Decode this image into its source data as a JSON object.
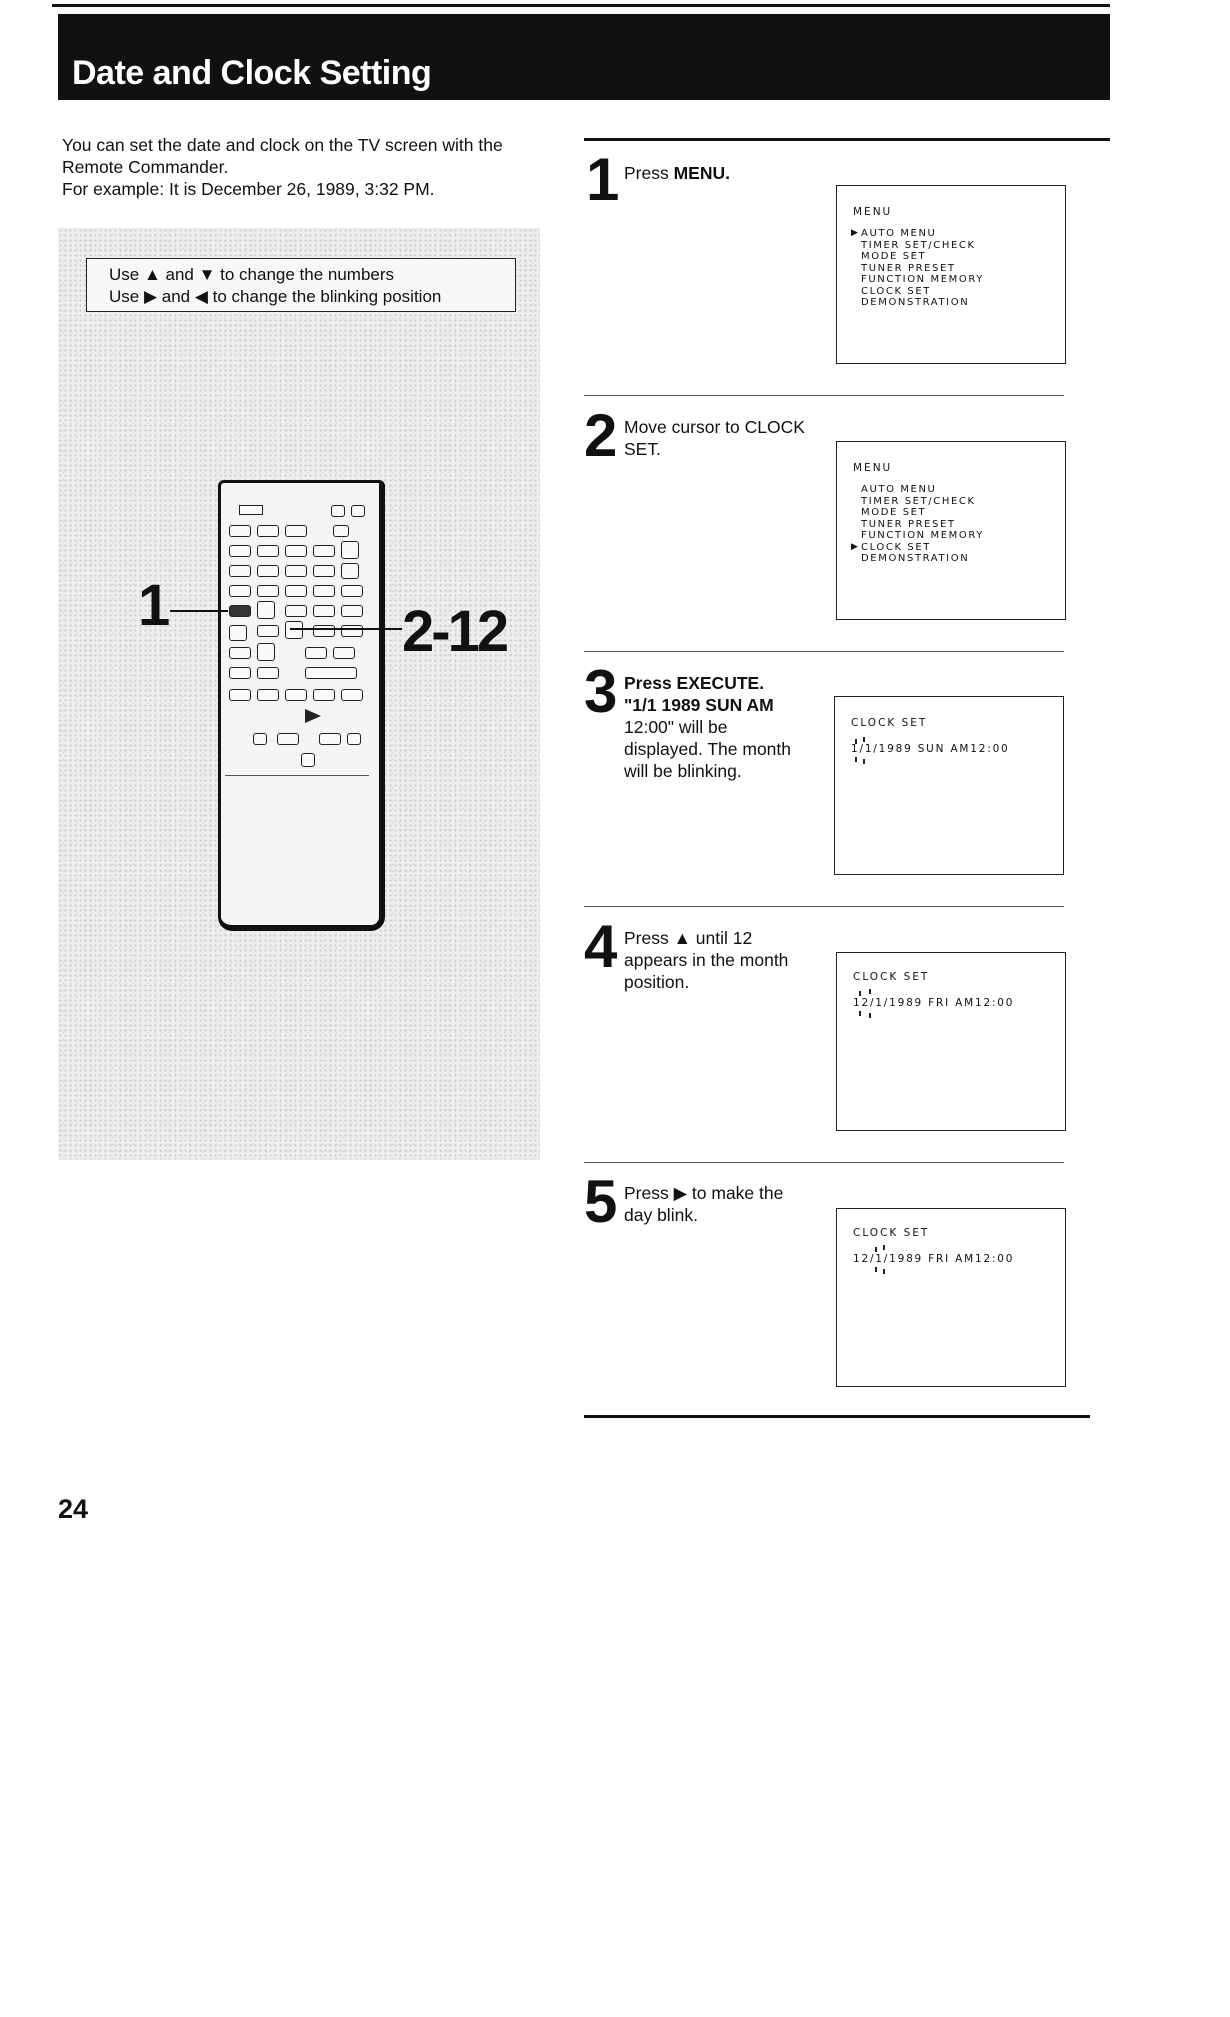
{
  "header": {
    "title": "Date and Clock Setting"
  },
  "intro": {
    "lines": [
      "You can set the date and clock on the TV screen with the",
      "Remote Commander.",
      "For example: It is December 26, 1989, 3:32 PM."
    ]
  },
  "instructions": {
    "line1": "Use ▲ and ▼ to change the numbers",
    "line2": "Use ▶ and ◀ to change the blinking position"
  },
  "callouts": {
    "left": "1",
    "right": "2-12"
  },
  "steps": [
    {
      "number": "1",
      "text_parts": [
        "Press ",
        "MENU."
      ],
      "screen": {
        "title": "MENU",
        "items": [
          "AUTO MENU",
          "TIMER SET/CHECK",
          "MODE SET",
          "TUNER PRESET",
          "FUNCTION MEMORY",
          "CLOCK SET",
          "DEMONSTRATION"
        ],
        "cursor_index": 0
      }
    },
    {
      "number": "2",
      "text_lines": [
        "Move cursor to CLOCK",
        "SET."
      ],
      "screen": {
        "title": "MENU",
        "items": [
          "AUTO MENU",
          "TIMER SET/CHECK",
          "MODE SET",
          "TUNER PRESET",
          "FUNCTION MEMORY",
          "CLOCK SET",
          "DEMONSTRATION"
        ],
        "cursor_index": 5
      }
    },
    {
      "number": "3",
      "text_lines": [
        "Press EXECUTE.",
        "\"1/1 1989 SUN AM",
        "12:00\" will be",
        "displayed. The month",
        "will be blinking."
      ],
      "screen": {
        "title": "CLOCK SET",
        "value": "1/1/1989 SUN AM12:00"
      }
    },
    {
      "number": "4",
      "text_lines": [
        "Press ▲ until 12",
        "appears in the month",
        "position."
      ],
      "screen": {
        "title": "CLOCK SET",
        "value": "12/1/1989 FRI AM12:00"
      }
    },
    {
      "number": "5",
      "text_lines": [
        "Press ▶ to make the",
        "day blink."
      ],
      "screen": {
        "title": "CLOCK SET",
        "value": "12/1/1989 FRI AM12:00"
      }
    }
  ],
  "page_number": "24",
  "colors": {
    "header_bg": "#111111",
    "header_text": "#ffffff",
    "illustration_bg": "#eeeeee"
  }
}
